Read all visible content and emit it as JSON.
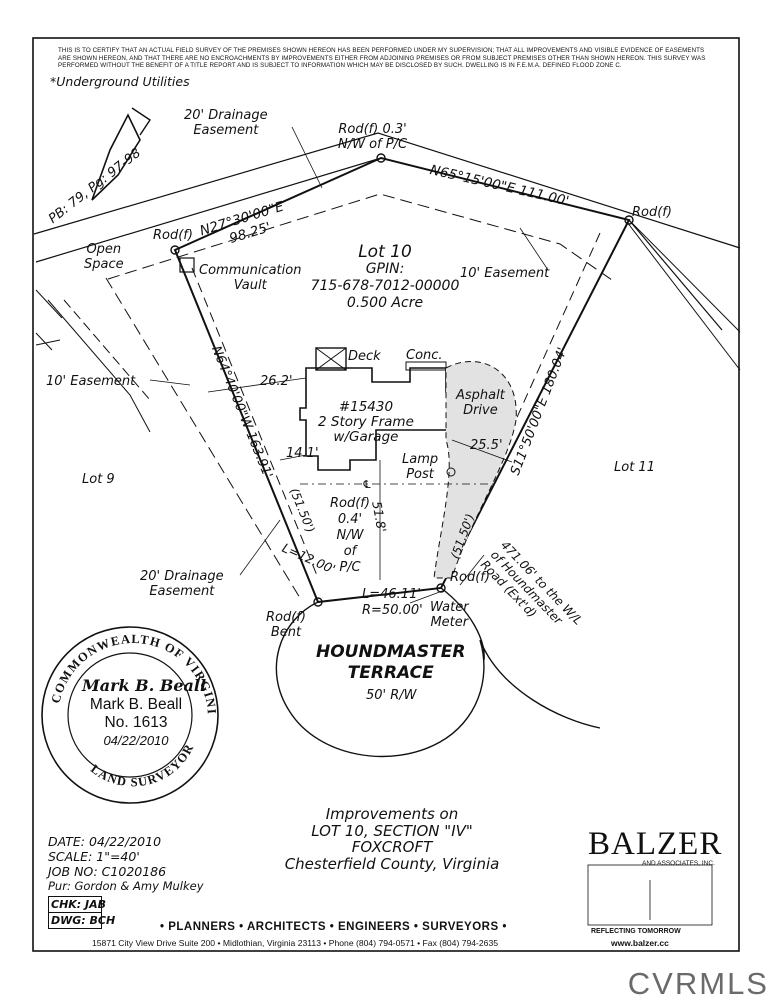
{
  "certification": "THIS IS TO CERTIFY THAT AN ACTUAL FIELD SURVEY OF THE PREMISES SHOWN HEREON HAS BEEN PERFORMED UNDER MY SUPERVISION; THAT ALL IMPROVEMENTS AND VISIBLE EVIDENCE OF EASEMENTS ARE SHOWN HEREON, AND THAT THERE ARE NO ENCROACHMENTS BY IMPROVEMENTS EITHER FROM ADJOINING PREMISES OR FROM SUBJECT PREMISES OTHER THAN SHOWN HEREON. THIS SURVEY WAS PERFORMED WITHOUT THE BENEFIT OF A TITLE REPORT AND IS SUBJECT TO INFORMATION WHICH MAY BE DISCLOSED BY SUCH. DWELLING IS IN F.E.M.A. DEFINED FLOOD ZONE C.",
  "underground": "*Underground Utilities",
  "plat_ref": "PB: 79, Pg: 97-98",
  "labels": {
    "drainage_top": "20' Drainage",
    "drainage_top2": "Easement",
    "rod_top": "Rod(f) 0.3'",
    "rod_top2": "N/W of P/C",
    "bearing_nw": "N27°30'00\"E",
    "dist_nw": "98.25'",
    "bearing_ne": "N65°15'00\"E  111.00'",
    "rod_ne": "Rod(f)",
    "rod_w": "Rod(f)",
    "open_space": "Open",
    "open_space2": "Space",
    "comm": "Communication",
    "comm2": "Vault",
    "lot10": "Lot 10",
    "gpin": "GPIN:",
    "gpin_num": "715-678-7012-00000",
    "acre": "0.500 Acre",
    "easement_10_right": "10' Easement",
    "easement_10_left": "10' Easement",
    "bearing_w": "N64°40'00\"W  163.91'",
    "deck": "Deck",
    "conc": "Conc.",
    "d262": "26.2'",
    "house_num": "#15430",
    "house_desc": "2 Story Frame",
    "house_desc2": "w/Garage",
    "asphalt": "Asphalt",
    "asphalt2": "Drive",
    "d255": "25.5'",
    "d141": "14.1'",
    "lamp": "Lamp",
    "lamp2": "Post",
    "lot9": "Lot 9",
    "lot11": "Lot 11",
    "bearing_e": "S11°50'00\"E  180.04'",
    "cl": "℄",
    "d5150a": "(51.50')",
    "d5150b": "(51.50')",
    "rod_c": "Rod(f)",
    "rod_c2": "0.4'",
    "rod_c3": "N/W",
    "rod_c4": "of",
    "rod_c5": "P/C",
    "d518": "51.8'",
    "l1200": "L=12.00'",
    "drainage_bot": "20' Drainage",
    "drainage_bot2": "Easement",
    "road_dist": "471.06' to the W/L",
    "road_dist2": "of Houndmaster",
    "road_dist3": "Road (Ext'd)",
    "rod_se": "Rod(f)",
    "water": "Water",
    "water2": "Meter",
    "arc_l": "L=46.11'",
    "arc_r": "R=50.00'",
    "rod_bent": "Rod(f)",
    "rod_bent2": "Bent",
    "street": "HOUNDMASTER",
    "street2": "TERRACE",
    "rw": "50' R/W"
  },
  "seal": {
    "ring_top": "COMMONWEALTH OF VIRGINIA",
    "ring_bottom": "LAND SURVEYOR",
    "signature": "Mark B. Beall",
    "name": "Mark B. Beall",
    "number": "No. 1613",
    "date": "04/22/2010"
  },
  "title_block": {
    "line1": "Improvements on",
    "line2": "LOT 10, SECTION \"IV\"",
    "line3": "FOXCROFT",
    "line4": "Chesterfield County, Virginia"
  },
  "info": {
    "date": "DATE: 04/22/2010",
    "scale": "SCALE: 1\"=40'",
    "job": "JOB NO: C1020186",
    "pur": "Pur: Gordon & Amy Mulkey",
    "chk": "CHK: JAB",
    "dwg": "DWG: BCH"
  },
  "company": {
    "name": "BALZER",
    "sub": "AND ASSOCIATES, INC.",
    "tagline": "REFLECTING TOMORROW",
    "url": "www.balzer.cc",
    "services": "• PLANNERS • ARCHITECTS • ENGINEERS • SURVEYORS •",
    "address": "15871 City View Drive  Suite 200 • Midlothian, Virginia 23113 • Phone (804) 794-0571 •  Fax (804) 794-2635"
  },
  "watermark": "CVRMLS"
}
